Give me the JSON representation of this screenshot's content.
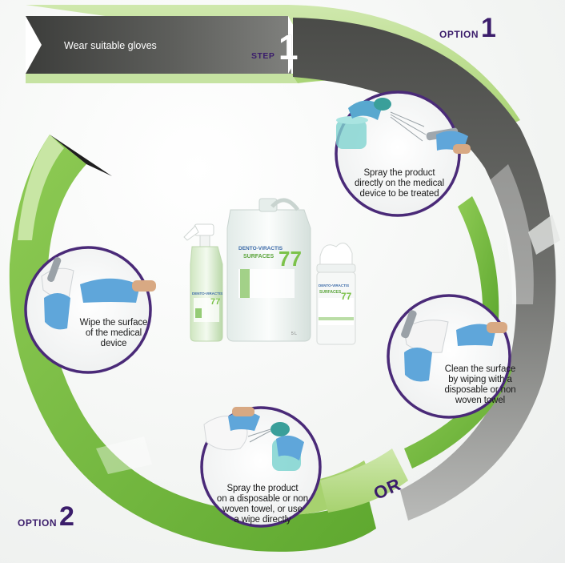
{
  "banner": {
    "instruction": "Wear suitable gloves",
    "step_word": "STEP",
    "step_number": "1"
  },
  "option1": {
    "word": "OPTION",
    "number": "1"
  },
  "option2": {
    "word": "OPTION",
    "number": "2"
  },
  "or_label": "OR",
  "steps": [
    {
      "id": "spray-device",
      "lines": [
        "Spray the product",
        "directly on the medical",
        "device to be treated"
      ]
    },
    {
      "id": "clean-surface",
      "lines": [
        "Clean the surface",
        "by wiping with a",
        "disposable or non",
        "woven towel"
      ]
    },
    {
      "id": "spray-towel",
      "lines": [
        "Spray the product",
        "on a disposable or non",
        "woven towel, or use",
        "a wipe directly"
      ]
    },
    {
      "id": "wipe-surface",
      "lines": [
        "Wipe the surface",
        "of the medical",
        "device"
      ]
    }
  ],
  "products": {
    "brand": "DENTO-VIRACTIS",
    "line": "SURFACES",
    "number": "77",
    "canister_volume": "5 L"
  },
  "colors": {
    "green_light": "#b8dc8a",
    "green_dark": "#6fb83a",
    "grey_dark": "#474845",
    "purple": "#3b1d6b",
    "circle_border": "#4a2a78"
  }
}
